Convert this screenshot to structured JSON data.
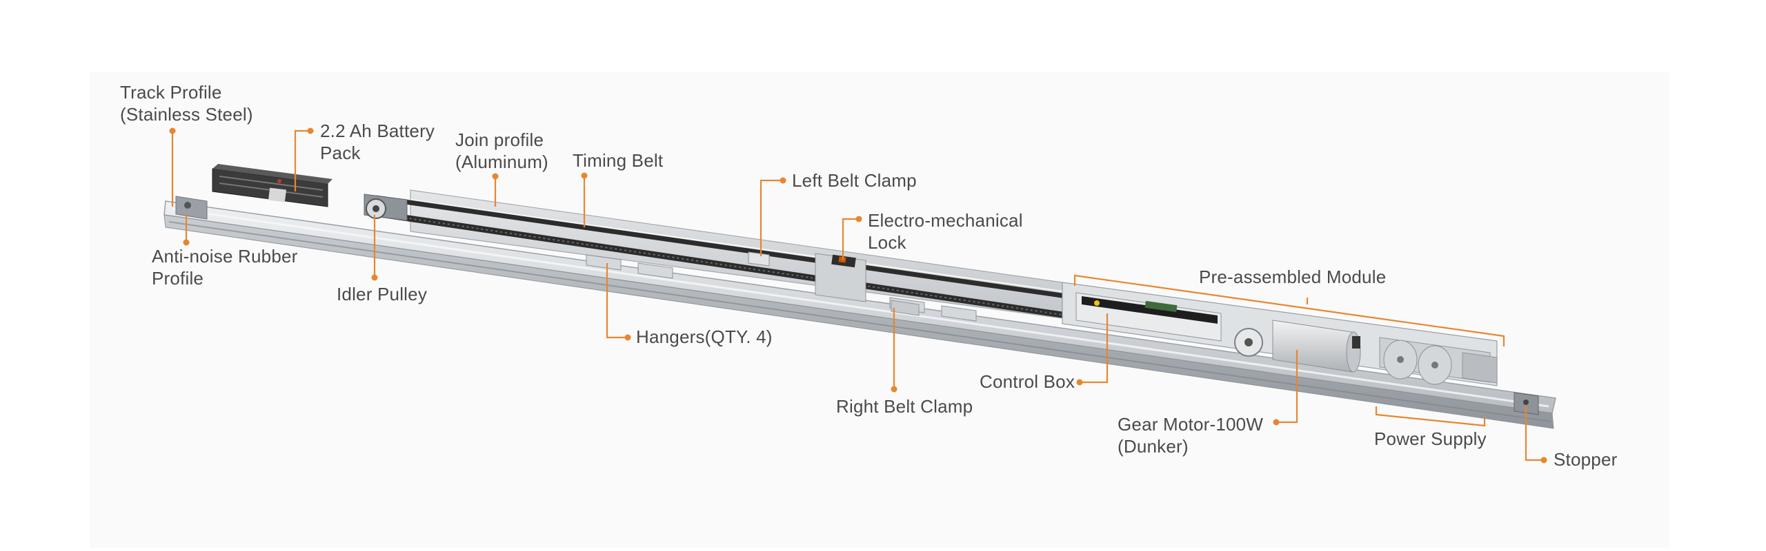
{
  "accent_color": "#e8862e",
  "labels": {
    "track_profile": [
      "Track  Profile",
      "(Stainless Steel)"
    ],
    "battery_pack": [
      "2.2 Ah Battery",
      "Pack"
    ],
    "join_profile": [
      "Join profile",
      "(Aluminum)"
    ],
    "timing_belt": [
      "Timing Belt"
    ],
    "left_belt_clamp": [
      "Left Belt Clamp"
    ],
    "lock": [
      "Electro-mechanical",
      "Lock"
    ],
    "pre_assembled_module": [
      "Pre-assembled Module"
    ],
    "anti_noise_rubber": [
      "Anti-noise Rubber",
      "Profile"
    ],
    "idler_pulley": [
      "Idler Pulley"
    ],
    "hangers": [
      "Hangers(QTY. 4)"
    ],
    "control_box": [
      "Control Box"
    ],
    "right_belt_clamp": [
      "Right Belt Clamp"
    ],
    "gear_motor": [
      "Gear Motor-100W",
      "(Dunker)"
    ],
    "power_supply": [
      "Power Supply"
    ],
    "stopper": [
      "Stopper"
    ]
  }
}
